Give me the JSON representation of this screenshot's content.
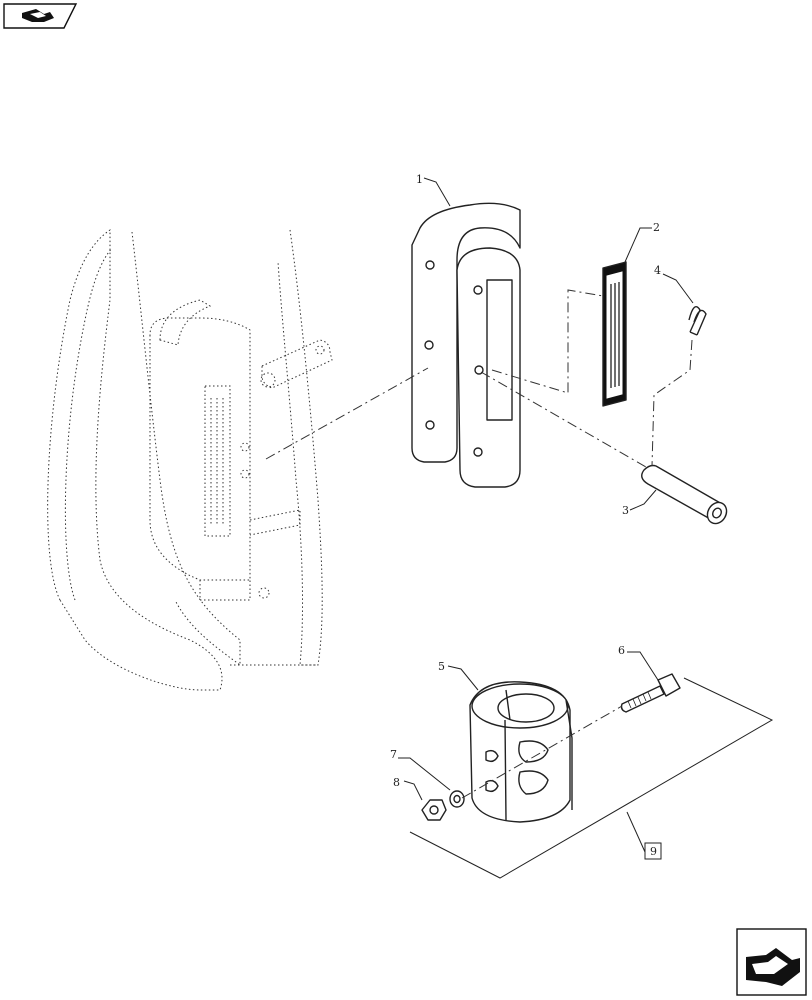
{
  "callouts": [
    {
      "id": "1",
      "label": "1"
    },
    {
      "id": "2",
      "label": "2"
    },
    {
      "id": "3",
      "label": "3"
    },
    {
      "id": "4",
      "label": "4"
    },
    {
      "id": "5",
      "label": "5"
    },
    {
      "id": "6",
      "label": "6"
    },
    {
      "id": "7",
      "label": "7"
    },
    {
      "id": "8",
      "label": "8"
    },
    {
      "id": "9",
      "label": "9"
    }
  ],
  "icons": {
    "top_left": "next-page-arrow-icon",
    "bottom_right": "previous-page-arrow-icon"
  }
}
